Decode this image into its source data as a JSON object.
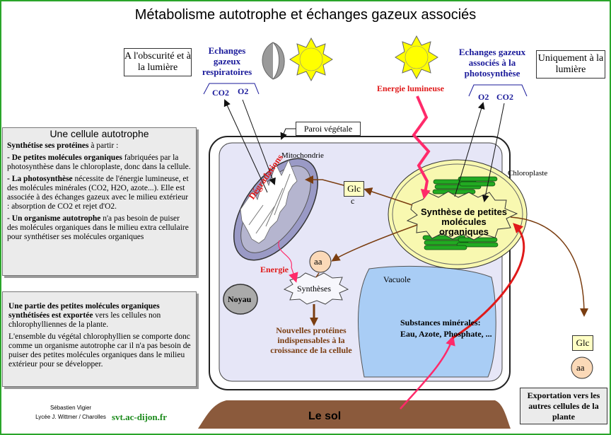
{
  "title": "Métabolisme autotrophe et échanges gazeux associés",
  "labels": {
    "obscurite": "A l'obscurité et à la lumière",
    "lumiere_seule": "Uniquement à la lumière",
    "echanges_resp": "Echanges gazeux respiratoires",
    "echanges_photo": "Echanges gazeux associés à la photosynthèse",
    "resp_co2": "CO2",
    "resp_o2": "O2",
    "photo_o2": "O2",
    "photo_co2": "CO2",
    "energie_lumineuse": "Energie lumineuse",
    "paroi": "Paroi végétale",
    "mitochondrie": "Mitochondrie",
    "degradations": "Dégradations",
    "glc_cell": "Glc",
    "c_label": "c",
    "chloroplaste": "Chloroplaste",
    "synthese_petites": "Synthèse de petites molécules organiques",
    "aa_cell": "aa",
    "energie": "Energie",
    "syntheses": "Synthèses",
    "nouvelles_proteines": "Nouvelles protéines indispensables à la croissance de la cellule",
    "noyau": "Noyau",
    "vacuole": "Vacuole",
    "substances": "Substances minérales:",
    "substances_list": "Eau, Azote, Phosphate, ...",
    "glc_out": "Glc",
    "aa_out": "aa",
    "exportation": "Exportation vers les autres cellules de la plante",
    "le_sol": "Le sol",
    "author": "Sébastien Vigier",
    "lycee": "Lycée J. Wittmer / Charolles",
    "website": "svt.ac-dijon.fr"
  },
  "left_panel": {
    "heading": "Une cellule autotrophe",
    "intro_bold": "Synthétise ses protéines",
    "intro_rest": " à partir :",
    "item1_bold": "- De petites molécules organiques",
    "item1_rest": " fabriquées par la photosynthèse dans le chloroplaste, donc dans la cellule.",
    "item2_bold": "- La photosynthèse",
    "item2_rest": " nécessite de l'énergie lumineuse, et des molécules minérales (CO2, H2O, azote...). Elle est associée à des échanges gazeux avec le milieu extérieur : absorption de CO2 et rejet d'O2.",
    "item3_bold": "- Un organisme autotrophe",
    "item3_rest": " n'a pas besoin de puiser des molécules organiques dans le milieu extra cellulaire pour synthétiser ses molécules organiques"
  },
  "bottom_panel": {
    "part1_bold": "Une partie des petites molécules organiques synthétisées est exportée",
    "part1_rest": " vers les cellules non chlorophylliennes de la plante.",
    "part2": "L'ensemble du végétal chlorophyllien se comporte donc comme un organisme autotrophe car il n'a pas besoin de puiser des petites molécules organiques dans le milieu extérieur pour se développer."
  },
  "colors": {
    "frame": "#2aa52a",
    "cell_fill": "#e6e6f7",
    "chloroplast_fill": "#f8f8b0",
    "thylakoid": "#22aa22",
    "vacuole_fill": "#a9cdf5",
    "mito_fill": "#9a9ac6",
    "sun": "#ffff00",
    "moon": "#9a9a9a",
    "soil": "#8b5a3c",
    "energy_arrow": "#ff2a6a",
    "flow_arrow": "#7a3d10",
    "website": "#1a8a1a"
  },
  "icons": [
    "moon-icon",
    "sun-icon"
  ]
}
